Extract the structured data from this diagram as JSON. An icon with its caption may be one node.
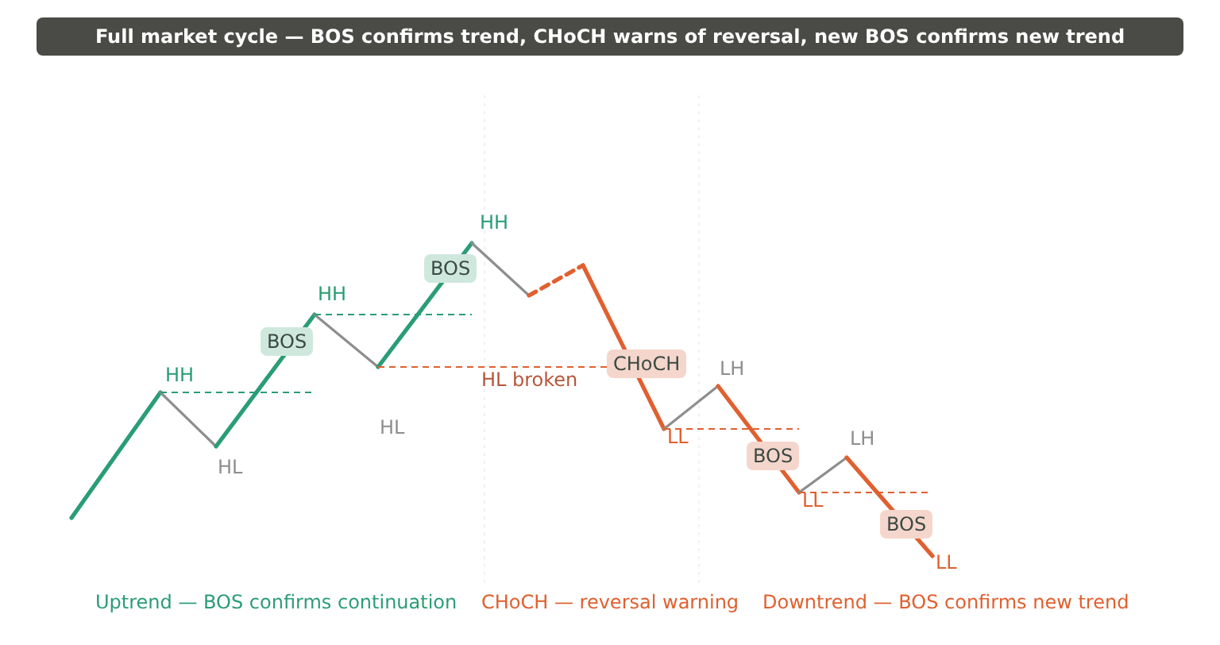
{
  "diagram": {
    "title": "Full market cycle — BOS confirms trend, CHoCH warns of reversal, new BOS confirms new trend",
    "nodes": [
      {
        "text": [
          "BOS"
        ]
      },
      {
        "text": [
          "BOS"
        ]
      },
      {
        "text": [
          "CHoCH"
        ]
      },
      {
        "text": [
          "BOS"
        ]
      },
      {
        "text": [
          "BOS"
        ]
      }
    ],
    "edges": [],
    "labels": [
      "HH",
      "HL",
      "HH",
      "HL",
      "HH",
      "HL broken",
      "LL",
      "LH",
      "LL",
      "LH",
      "LL",
      "Uptrend — BOS confirms continuation",
      "CHoCH — reversal warning",
      "Downtrend — BOS confirms new trend"
    ]
  }
}
